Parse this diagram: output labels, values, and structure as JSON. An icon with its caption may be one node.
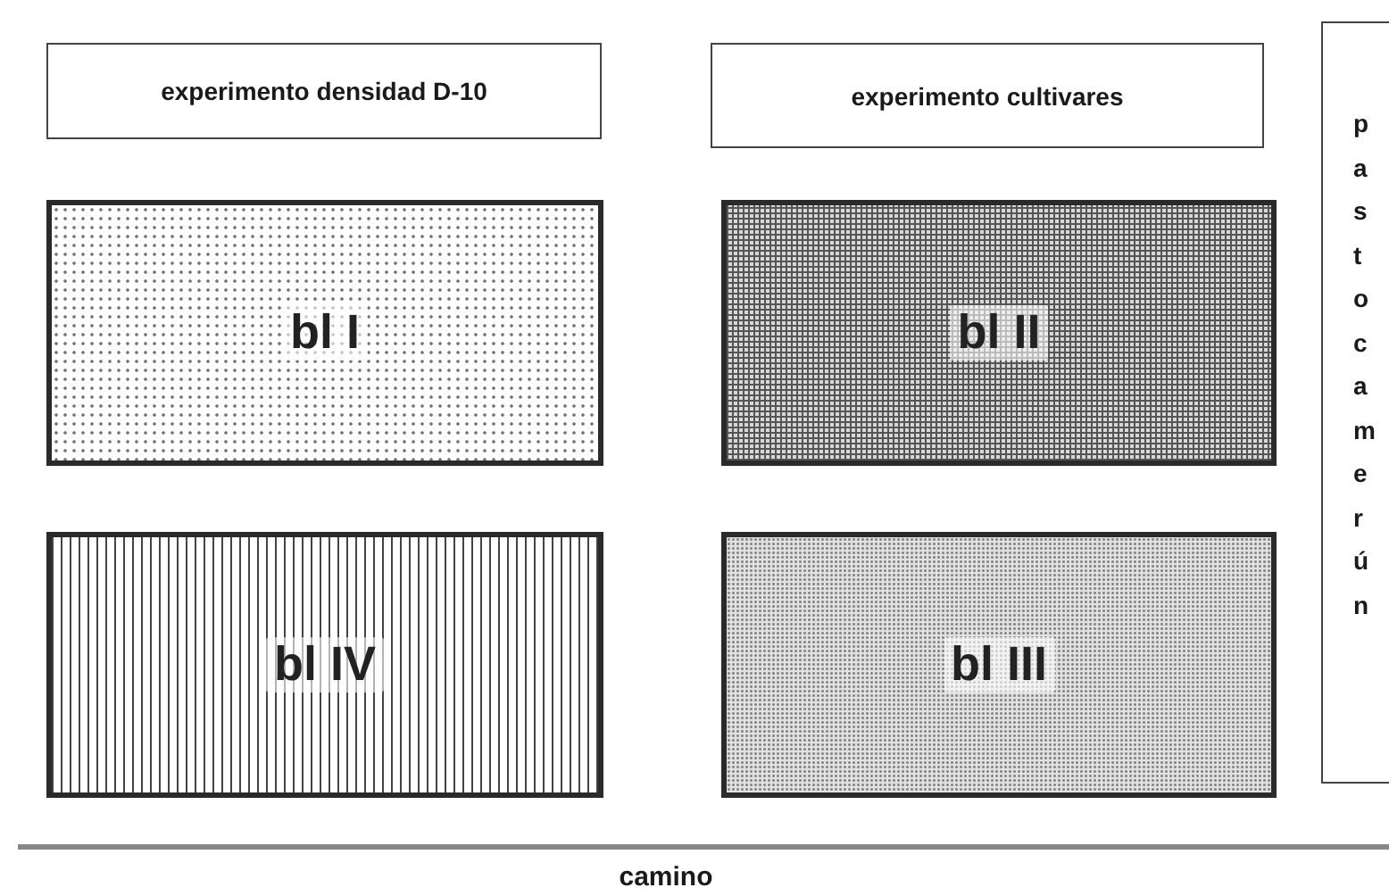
{
  "diagram": {
    "nodes": [
      {
        "text": [
          "experimento densidad D-10"
        ]
      },
      {
        "text": [
          "experimento cultivares"
        ]
      },
      {
        "text": [
          "pasto camerún"
        ]
      },
      {
        "text": [
          "bl I"
        ]
      },
      {
        "text": [
          "bl II"
        ]
      },
      {
        "text": [
          "bl IV"
        ]
      },
      {
        "text": [
          "bl III"
        ]
      }
    ],
    "edges": [],
    "labels": [
      "camino"
    ]
  }
}
